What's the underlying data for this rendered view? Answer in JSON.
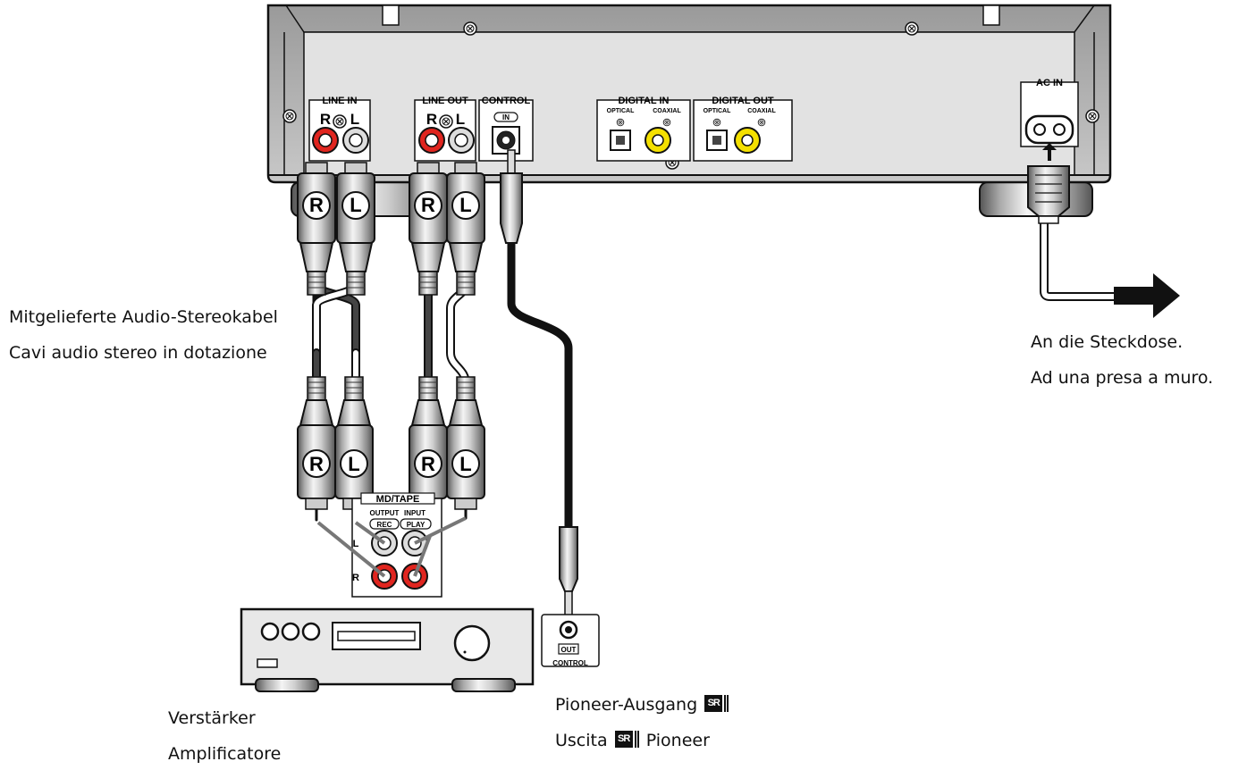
{
  "unit": {
    "line_in": "LINE IN",
    "line_out": "LINE OUT",
    "control": "CONTROL",
    "control_in": "IN",
    "digital_in": "DIGITAL IN",
    "digital_out": "DIGITAL OUT",
    "optical": "OPTICAL",
    "coaxial": "COAXIAL",
    "ac_in": "AC IN",
    "r": "R",
    "l": "L"
  },
  "plugs": {
    "r": "R",
    "l": "L"
  },
  "amp_panel": {
    "title": "MD/TAPE",
    "output": "OUTPUT",
    "input": "INPUT",
    "rec": "REC",
    "play": "PLAY",
    "l": "L",
    "r": "R"
  },
  "control_box": {
    "out": "OUT",
    "label": "CONTROL"
  },
  "captions": {
    "cables_de": "Mitgelieferte Audio-Stereokabel",
    "cables_it": "Cavi audio stereo in dotazione",
    "power_de": "An die Steckdose.",
    "power_it": "Ad una presa a muro.",
    "amp_de": "Verstärker",
    "amp_it": "Amplificatore",
    "pioneer_de_a": "Pioneer-Ausgang",
    "pioneer_it_a": "Uscita",
    "pioneer_it_b": "Pioneer",
    "sr_logo": "SR"
  }
}
